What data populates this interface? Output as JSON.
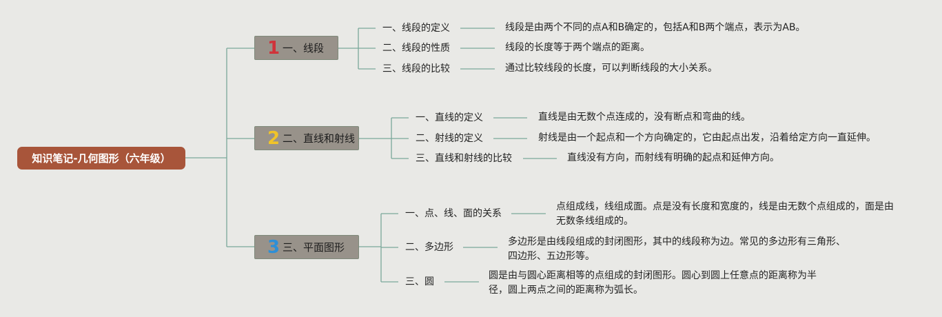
{
  "root": {
    "title": "知识笔记-几何图形（六年级）"
  },
  "branches": [
    {
      "number": "1",
      "number_color": "#d0333a",
      "label": "一、线段",
      "items": [
        {
          "label": "一、线段的定义",
          "desc": "线段是由两个不同的点A和B确定的，包括A和B两个端点，表示为AB。"
        },
        {
          "label": "二、线段的性质",
          "desc": "线段的长度等于两个端点的距离。"
        },
        {
          "label": "三、线段的比较",
          "desc": "通过比较线段的长度，可以判断线段的大小关系。"
        }
      ]
    },
    {
      "number": "2",
      "number_color": "#f0c429",
      "label": "二、直线和射线",
      "items": [
        {
          "label": "一、直线的定义",
          "desc": "直线是由无数个点连成的，没有断点和弯曲的线。"
        },
        {
          "label": "二、射线的定义",
          "desc": "射线是由一个起点和一个方向确定的，它由起点出发，沿着给定方向一直延伸。"
        },
        {
          "label": "三、直线和射线的比较",
          "desc": "直线没有方向，而射线有明确的起点和延伸方向。"
        }
      ]
    },
    {
      "number": "3",
      "number_color": "#2e8fd6",
      "label": "三、平面图形",
      "items": [
        {
          "label": "一、点、线、面的关系",
          "desc": "点组成线，线组成面。点是没有长度和宽度的，线是由无数个点组成的，面是由无数条线组成的。"
        },
        {
          "label": "二、多边形",
          "desc": "多边形是由线段组成的封闭图形，其中的线段称为边。常见的多边形有三角形、四边形、五边形等。"
        },
        {
          "label": "三、圆",
          "desc": "圆是由与圆心距离相等的点组成的封闭图形。圆心到圆上任意点的距离称为半径，圆上两点之间的距离称为弧长。"
        }
      ]
    }
  ]
}
